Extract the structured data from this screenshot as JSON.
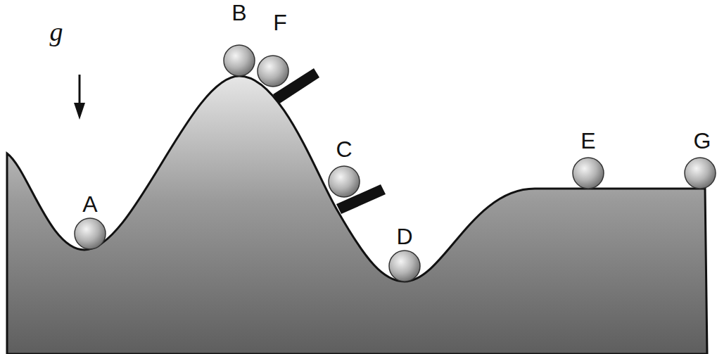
{
  "diagram": {
    "labels": [
      "g",
      "A",
      "B",
      "F",
      "C",
      "D",
      "E",
      "G"
    ]
  }
}
